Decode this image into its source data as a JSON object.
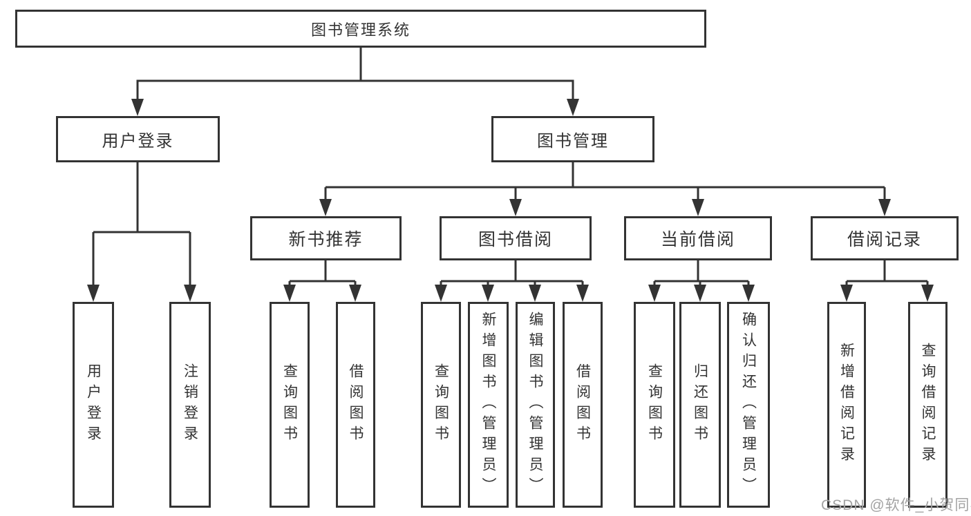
{
  "tree": {
    "label": "图书管理系统",
    "children": [
      {
        "label": "用户登录",
        "children": [
          {
            "label": "用户登录"
          },
          {
            "label": "注销登录"
          }
        ]
      },
      {
        "label": "图书管理",
        "children": [
          {
            "label": "新书推荐",
            "children": [
              {
                "label": "查询图书"
              },
              {
                "label": "借阅图书"
              }
            ]
          },
          {
            "label": "图书借阅",
            "children": [
              {
                "label": "查询图书"
              },
              {
                "label": "新增图书（管理员）"
              },
              {
                "label": "编辑图书（管理员）"
              },
              {
                "label": "借阅图书"
              }
            ]
          },
          {
            "label": "当前借阅",
            "children": [
              {
                "label": "查询图书"
              },
              {
                "label": "归还图书"
              },
              {
                "label": "确认归还（管理员）"
              }
            ]
          },
          {
            "label": "借阅记录",
            "children": [
              {
                "label": "新增借阅记录"
              },
              {
                "label": "查询借阅记录"
              }
            ]
          }
        ]
      }
    ]
  },
  "watermark": {
    "text": "CSDN @软件_小贺同学",
    "color": "#a3a3a3"
  },
  "colors": {
    "line": "#333333",
    "box_border": "#333333",
    "box_fill": "#ffffff",
    "text": "#333333",
    "background": "#ffffff"
  }
}
